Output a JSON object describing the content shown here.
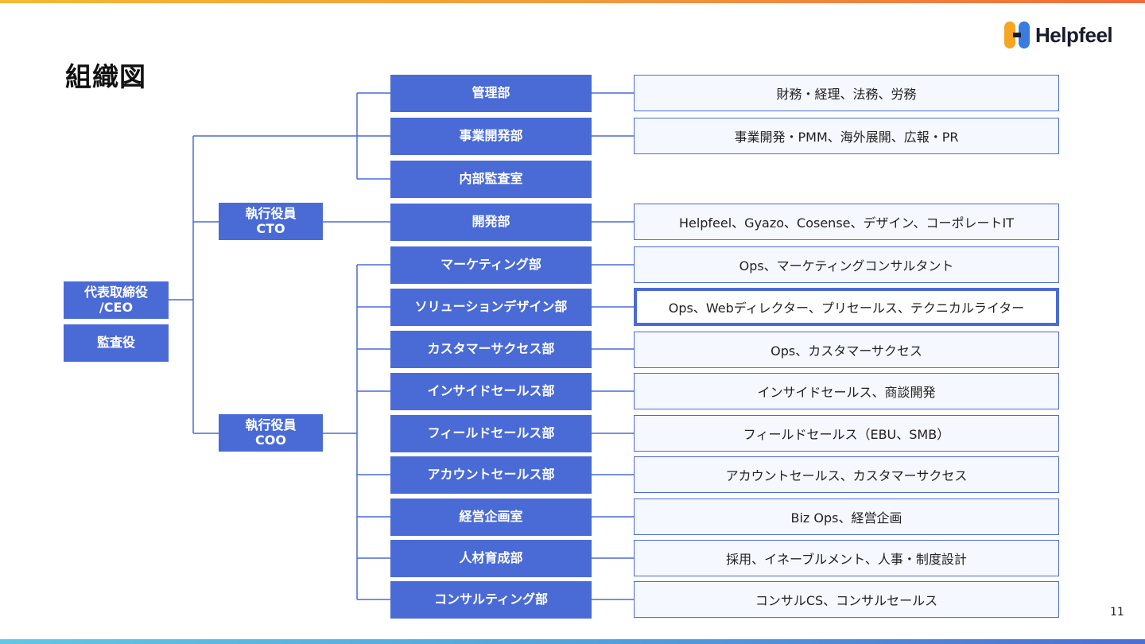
{
  "slide": {
    "title": "組織図",
    "page_number": "11",
    "logo_text": "Helpfeel"
  },
  "colors": {
    "box_fill": "#4a6bd6",
    "desc_fill": "#f5f8fe",
    "line": "#4a6bd6"
  },
  "executives": {
    "ceo": "代表取締役\n/CEO",
    "auditor": "監査役",
    "cto": "執行役員\nCTO",
    "coo": "執行役員\nCOO"
  },
  "departments": [
    {
      "name": "管理部",
      "description": "財務・経理、法務、労務"
    },
    {
      "name": "事業開発部",
      "description": "事業開発・PMM、海外展開、広報・PR"
    },
    {
      "name": "内部監査室",
      "description": ""
    },
    {
      "name": "開発部",
      "description": "Helpfeel、Gyazo、Cosense、デザイン、コーポレートIT"
    },
    {
      "name": "マーケティング部",
      "description": "Ops、マーケティングコンサルタント"
    },
    {
      "name": "ソリューションデザイン部",
      "description": "Ops、Webディレクター、プリセールス、テクニカルライター"
    },
    {
      "name": "カスタマーサクセス部",
      "description": "Ops、カスタマーサクセス"
    },
    {
      "name": "インサイドセールス部",
      "description": "インサイドセールス、商談開発"
    },
    {
      "name": "フィールドセールス部",
      "description": "フィールドセールス（EBU、SMB）"
    },
    {
      "name": "アカウントセールス部",
      "description": "アカウントセールス、カスタマーサクセス"
    },
    {
      "name": "経営企画室",
      "description": "Biz Ops、経営企画"
    },
    {
      "name": "人材育成部",
      "description": "採用、イネーブルメント、人事・制度設計"
    },
    {
      "name": "コンサルティング部",
      "description": "コンサルCS、コンサルセールス"
    }
  ]
}
